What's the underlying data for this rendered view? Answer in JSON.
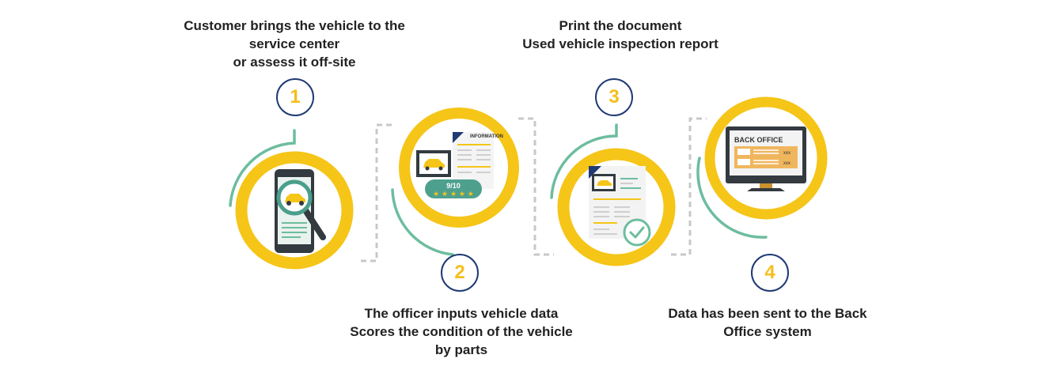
{
  "steps": [
    {
      "number": "1",
      "lines": [
        "Customer brings the vehicle to the",
        "service center",
        "or assess it off-site"
      ],
      "icon": "phone-magnifier-car-icon"
    },
    {
      "number": "2",
      "lines": [
        "The officer inputs vehicle data",
        "Scores the condition of the vehicle",
        "by parts"
      ],
      "icon": "information-sheet-rating-icon",
      "badge_title": "INFORMATION",
      "rating": "9/10",
      "stars": "★ ★ ★ ★ ★"
    },
    {
      "number": "3",
      "lines": [
        "Print the document",
        "Used vehicle inspection report"
      ],
      "icon": "report-document-check-icon"
    },
    {
      "number": "4",
      "lines": [
        "Data has been sent to the Back",
        "Office system"
      ],
      "icon": "back-office-monitor-icon",
      "screen_title": "BACK OFFICE",
      "screen_tags": [
        "xxx",
        "xxx"
      ]
    }
  ],
  "colors": {
    "yellow": "#f5c518",
    "navy": "#1f3a74",
    "teal": "#6dbd9e",
    "dash": "#c8c8c8",
    "dark": "#333a40"
  }
}
